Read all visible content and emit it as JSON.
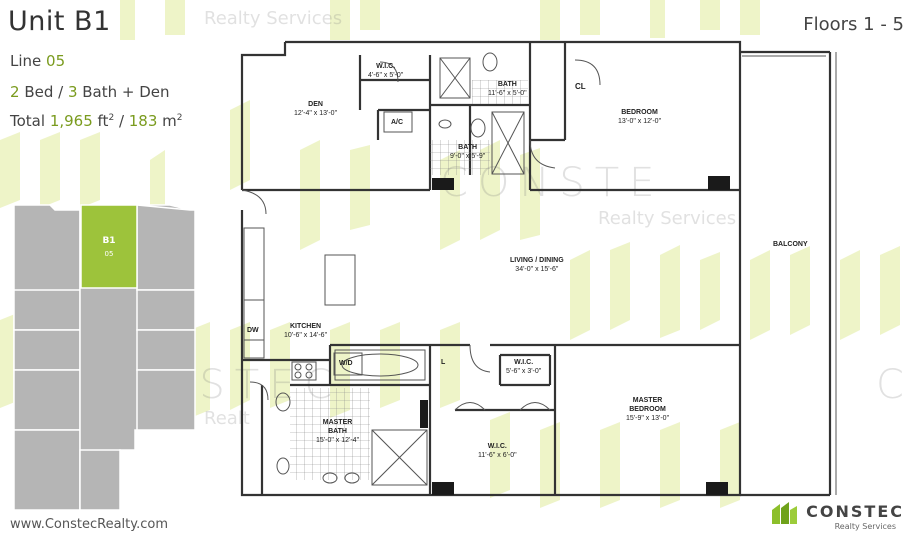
{
  "header": {
    "title": "Unit B1",
    "line_prefix": "Line ",
    "line_number": "05",
    "bed": "2",
    "bed_text": " Bed / ",
    "bath": "3",
    "bath_text": " Bath + Den",
    "total_prefix": "Total ",
    "area_ft": "1,965",
    "unit_ft": " ft",
    "sup": "2",
    "sep": " / ",
    "area_m": "183",
    "unit_m": " m",
    "floors": "Floors 1 - 5"
  },
  "footer": {
    "website": "www.ConstecRealty.com",
    "logo_name": "CONSTEC",
    "logo_sub": "Realty Services"
  },
  "watermark": {
    "brand": "CONSTEC",
    "brand_partial": "CONSTE",
    "brand_edge": "C",
    "sub": "Realty Services",
    "sub_partial": "Realt"
  },
  "keyplan": {
    "unit": "B1",
    "line": "05",
    "highlight_color": "#9dc33b",
    "base_color": "#b5b5b5"
  },
  "rooms": {
    "wic1": {
      "name": "W.I.C.",
      "dim": "4'-6\" x 5'-0\""
    },
    "den": {
      "name": "DEN",
      "dim": "12'-4\" x 13'-0\""
    },
    "ac": {
      "name": "A/C"
    },
    "bath1": {
      "name": "BATH",
      "dim": "11'-6\" x 5'-0\""
    },
    "bath2": {
      "name": "BATH",
      "dim": "9'-0\" x 5'-9\""
    },
    "cl": {
      "name": "CL"
    },
    "bedroom": {
      "name": "BEDROOM",
      "dim": "13'-0\" x 12'-0\""
    },
    "balcony": {
      "name": "BALCONY"
    },
    "living": {
      "name": "LIVING / DINING",
      "dim": "34'-0\" x 15'-6\""
    },
    "kitchen": {
      "name": "KITCHEN",
      "dim": "10'-6\" x 14'-6\""
    },
    "dw": {
      "name": "DW"
    },
    "wd": {
      "name": "W/D"
    },
    "l": {
      "name": "L"
    },
    "wic2": {
      "name": "W.I.C.",
      "dim": "5'-6\" x 3'-0\""
    },
    "master_bath": {
      "name": "MASTER",
      "name2": "BATH",
      "dim": "15'-0\" x 12'-4\""
    },
    "wic3": {
      "name": "W.I.C.",
      "dim": "11'-6\" x 6'-0\""
    },
    "master_bed": {
      "name": "MASTER",
      "name2": "BEDROOM",
      "dim": "15'-9\" x 13'-0\""
    }
  }
}
